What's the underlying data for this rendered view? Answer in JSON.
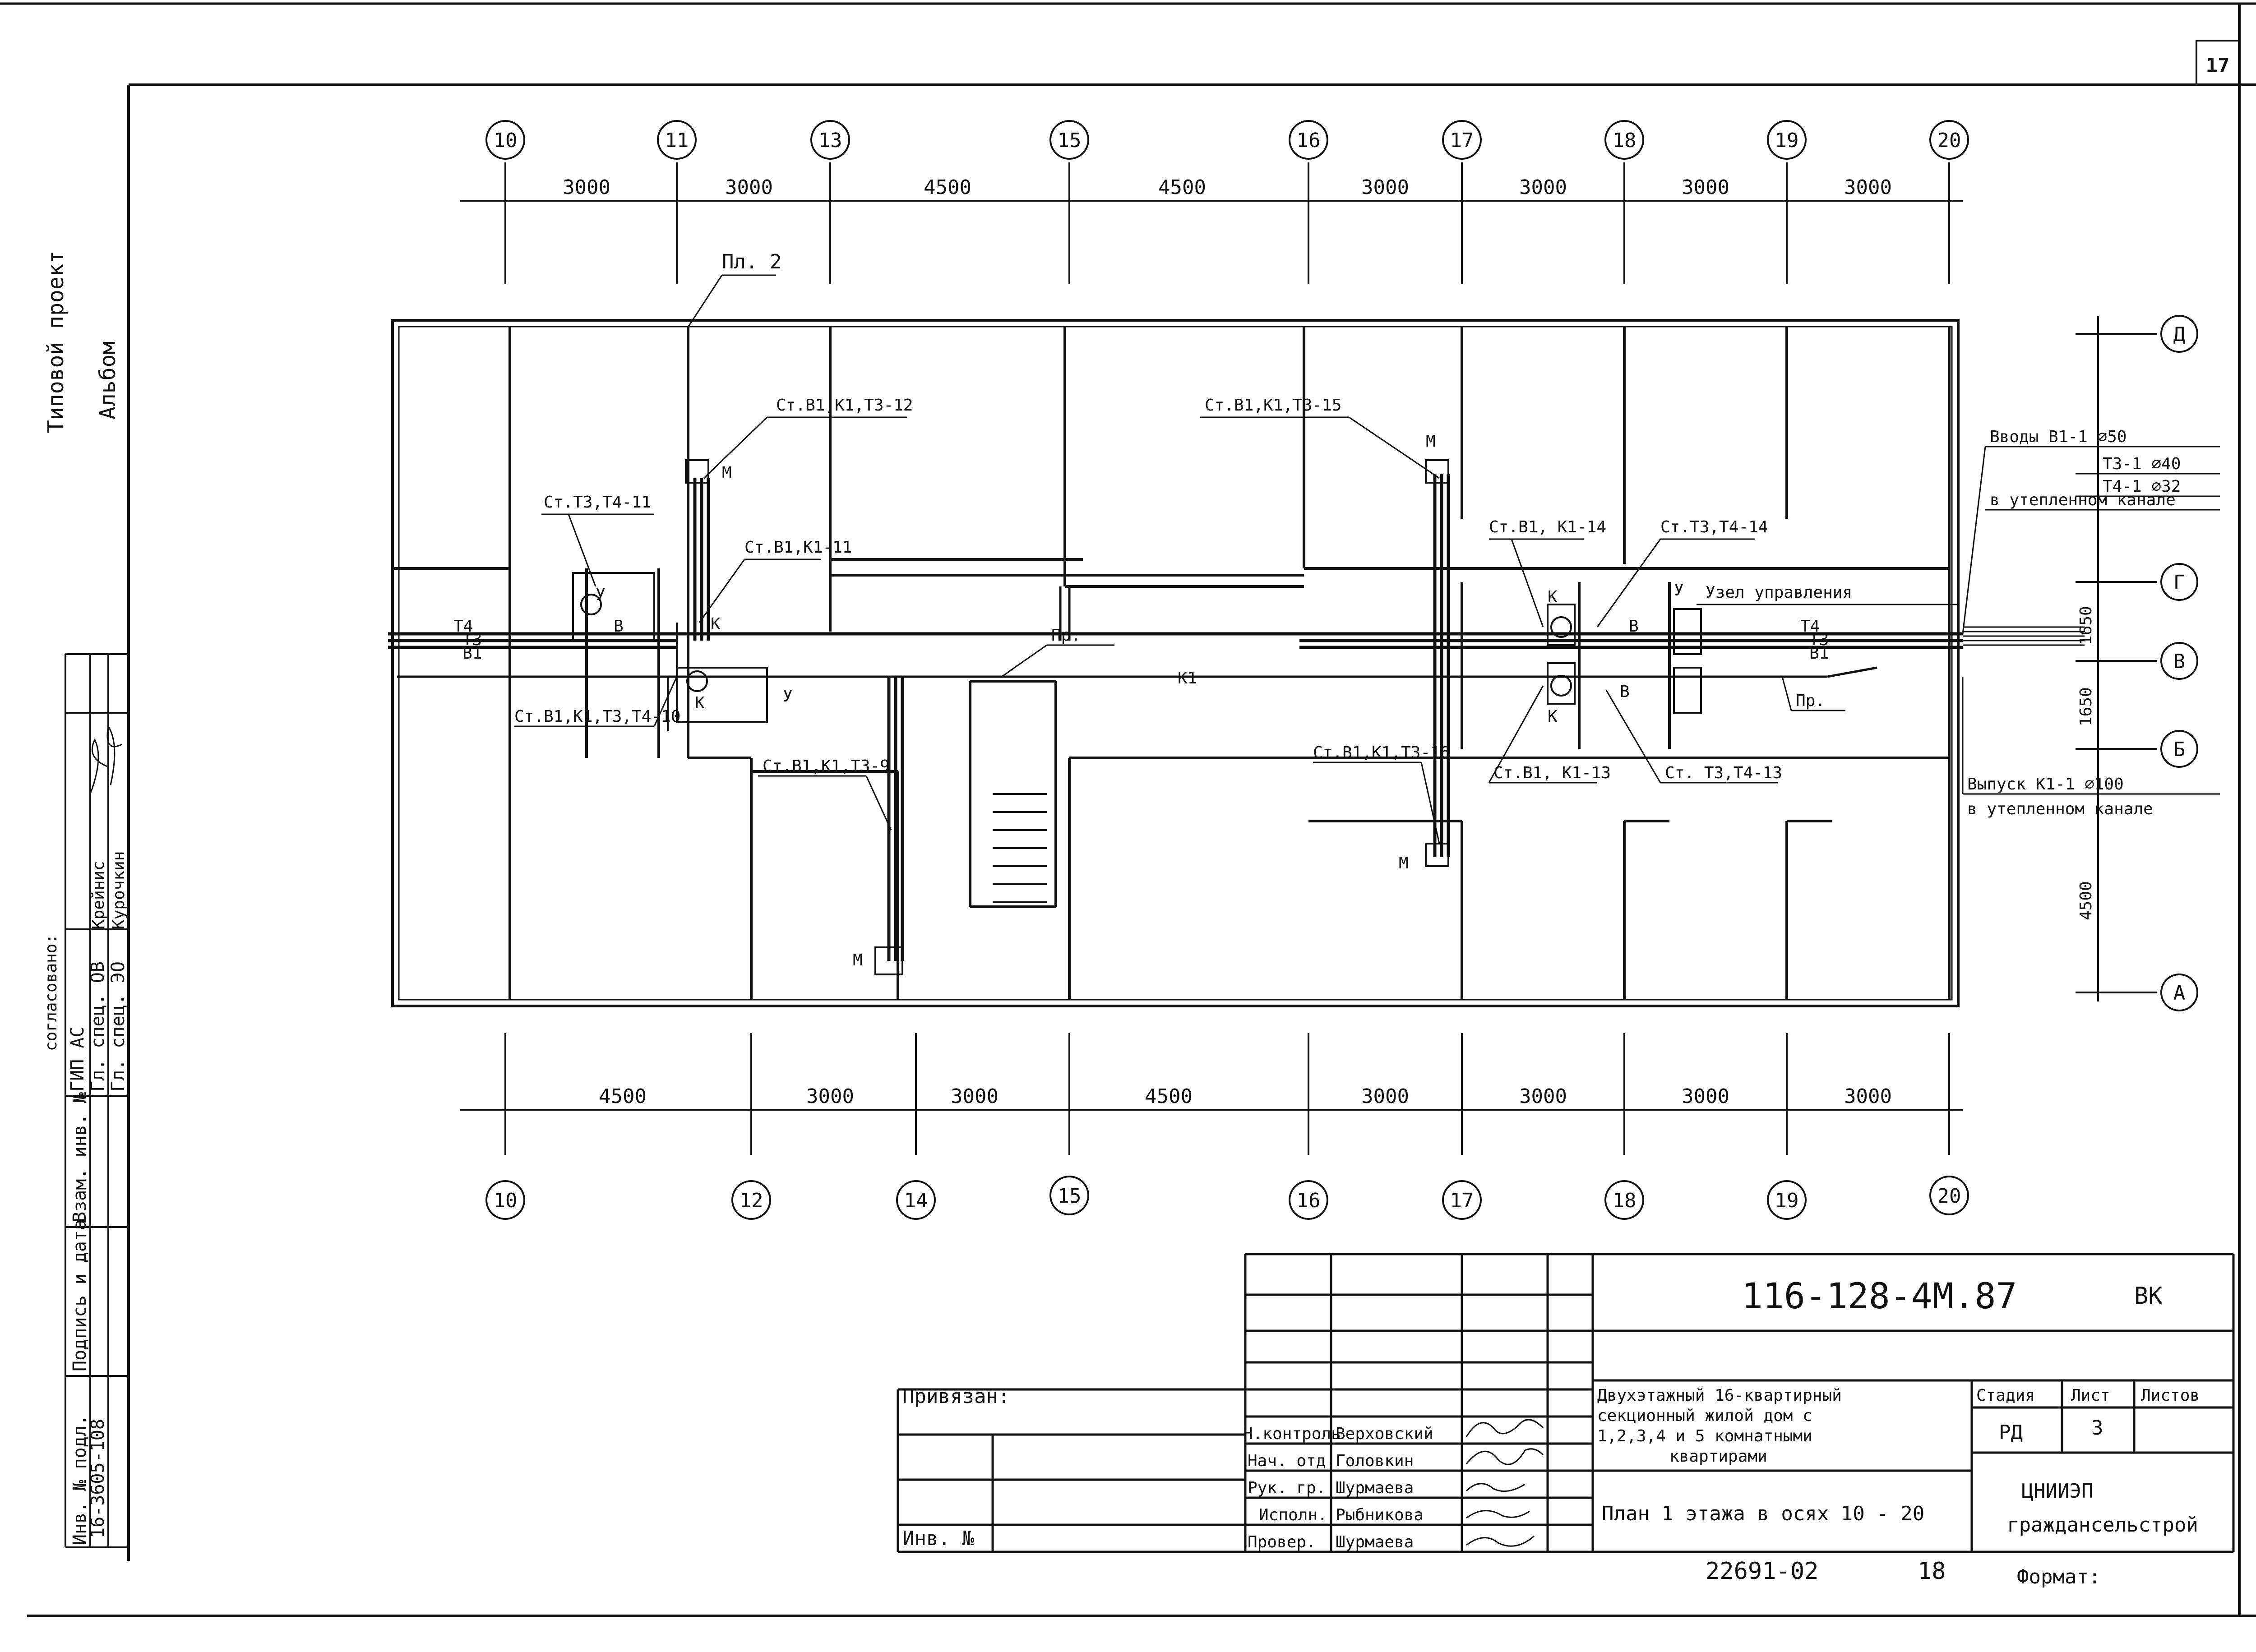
{
  "sheet_number": "17",
  "side_text": {
    "line1": "Типовой проект",
    "line2": "Альбом"
  },
  "stamp_left": {
    "header": "согласовано:",
    "gip": "ГИП АС",
    "gl_spec_ov": "Гл. спец. ОВ",
    "gl_spec_ov_name": "Крейнис",
    "gl_spec_eo": "Гл. спец. ЭО",
    "gl_spec_eo_name": "Курочкин",
    "inv_podl": "Инв. № подл.",
    "podpis_data": "Подпись и дата",
    "vzam_inv": "Взам. инв. №",
    "inv_value": "16-3605-108"
  },
  "axes_top": [
    "10",
    "11",
    "13",
    "15",
    "16",
    "17",
    "18",
    "19",
    "20"
  ],
  "dims_top": [
    "3000",
    "3000",
    "4500",
    "4500",
    "3000",
    "3000",
    "3000",
    "3000"
  ],
  "axes_bottom": [
    "10",
    "12",
    "14",
    "15",
    "16",
    "17",
    "18",
    "19",
    "20"
  ],
  "dims_bottom": [
    "4500",
    "3000",
    "3000",
    "4500",
    "3000",
    "3000",
    "3000",
    "3000"
  ],
  "axes_right": [
    "Д",
    "Г",
    "В",
    "Б",
    "А"
  ],
  "dims_right": [
    "1650",
    "1650",
    "4500"
  ],
  "labels": {
    "pl2": "Пл. 2",
    "st_b1k1t3_12": "Ст.В1,К1,Т3-12",
    "st_b1k1t3_15": "Ст.В1,К1,Т3-15",
    "st_t3t4_11": "Ст.Т3,Т4-11",
    "st_b1k1_11": "Ст.В1,К1-11",
    "st_b1k1t3t4_10": "Ст.В1,К1,Т3,Т4-10",
    "st_b1k1t3_9": "Ст.В1,К1,Т3-9",
    "st_b1k1_14": "Ст.В1, К1-14",
    "st_t3t4_14": "Ст.Т3,Т4-14",
    "uzel": "Узел управления",
    "st_b1k1t3_16": "Ст.В1,К1,Т3-16",
    "st_b1k1_13": "Ст.В1, К1-13",
    "st_t3t4_13": "Ст. Т3,Т4-13",
    "pr": "Пр.",
    "k1": "К1",
    "m": "М",
    "k": "К",
    "v": "В",
    "u": "У",
    "pipe_t4": "Т4",
    "pipe_t3": "Т3",
    "pipe_b1": "В1"
  },
  "inputs": {
    "line1": "Вводы В1-1 ⌀50",
    "line2": "Т3-1 ⌀40",
    "line3": "Т4-1 ⌀32",
    "line4": "в утепленном канале",
    "out1": "Выпуск К1-1 ⌀100",
    "out2": "в утепленном канале"
  },
  "title_block": {
    "code": "116-128-4М.87",
    "mark": "ВК",
    "privyazan": "Привязан:",
    "inv_no": "Инв. №",
    "roles": [
      "Н.контроль",
      "Нач. отд.",
      "Рук. гр.",
      "Исполн.",
      "Провер."
    ],
    "names": [
      "Верховский",
      "Головкин",
      "Шурмаева",
      "Рыбникова",
      "Шурмаева"
    ],
    "desc_line1": "Двухэтажный 16-квартирный",
    "desc_line2": "секционный жилой дом с",
    "desc_line3": "1,2,3,4 и 5 комнатными",
    "desc_line4": "квартирами",
    "sheet_title": "План 1 этажа в осях 10 - 20",
    "stage_label": "Стадия",
    "stage_value": "РД",
    "sheet_label": "Лист",
    "sheet_value": "3",
    "sheets_label": "Листов",
    "org_line1": "ЦНИИЭП",
    "org_line2": "граждансельстрой",
    "doc_number": "22691-02",
    "doc_page": "18",
    "format_label": "Формат:"
  }
}
